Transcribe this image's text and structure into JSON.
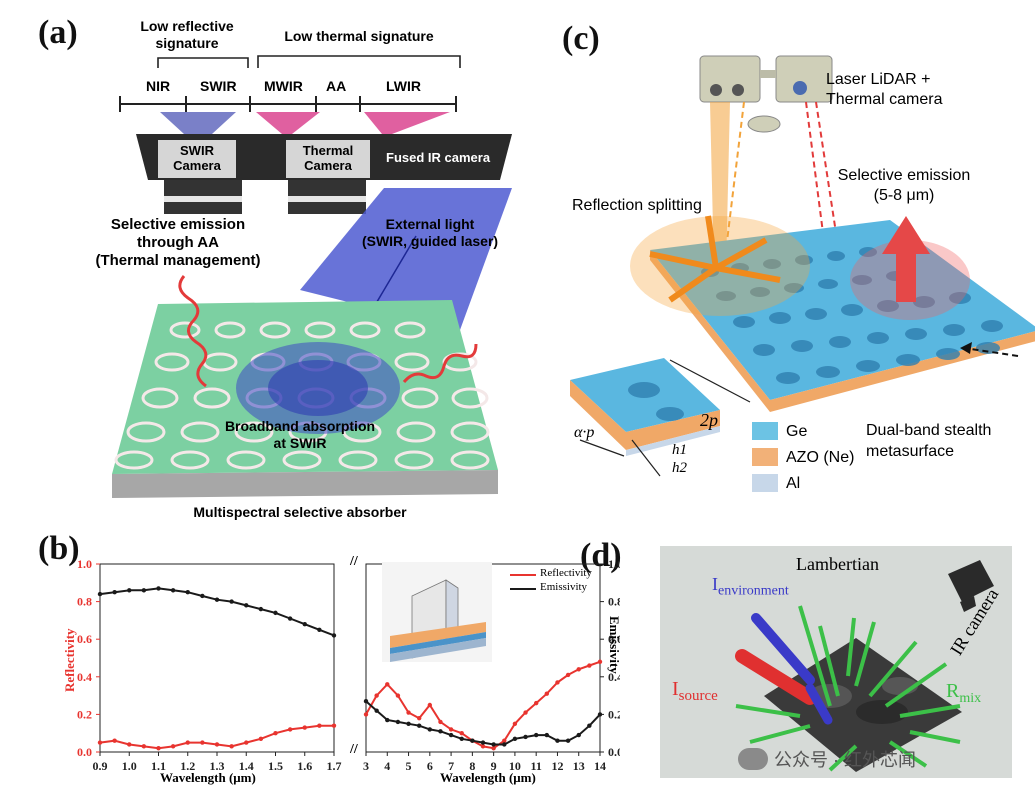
{
  "panel_a": {
    "label": "(a)",
    "bands": [
      "NIR",
      "SWIR",
      "MWIR",
      "AA",
      "LWIR"
    ],
    "low_reflective_signature": "Low reflective\nsignature",
    "low_thermal_signature": "Low thermal signature",
    "swir_camera": "SWIR\nCamera",
    "thermal_camera": "Thermal\nCamera",
    "fused_ir_camera": "Fused IR camera",
    "selective_emission": "Selective emission\nthrough AA\n(Thermal management)",
    "external_light": "External light\n(SWIR, guided laser)",
    "broadband_absorption": "Broadband absorption\nat SWIR",
    "absorber_caption": "Multispectral selective absorber"
  },
  "panel_b": {
    "label": "(b)",
    "break_mark": "//",
    "ylabel_left": "Reflectivity",
    "ylabel_right": "Emissivity",
    "xlabel": "Wavelength (μm)",
    "legend_reflectivity": "Reflectivity",
    "legend_emissivity": "Emissivity"
  },
  "panel_c": {
    "label": "(c)",
    "lidar": "Laser LiDAR +\nThermal camera",
    "reflection_splitting": "Reflection splitting",
    "selective_emission": "Selective emission\n(5-8 μm)",
    "dimension_2p": "2p",
    "dimension_alpha": "α·p",
    "h1": "h1",
    "h2": "h2",
    "legend": [
      {
        "label": "Ge",
        "color": "#6cc3e4"
      },
      {
        "label": "AZO (Ne)",
        "color": "#f2b178"
      },
      {
        "label": "Al",
        "color": "#c7d7e9"
      }
    ],
    "stealth": "Dual-band stealth\nmetasurface"
  },
  "panel_d": {
    "label": "(d)",
    "lambertian": "Lambertian",
    "i_environment": "I",
    "i_environment_sub": "environment",
    "i_source": "I",
    "i_source_sub": "source",
    "ir_camera": "IR camera",
    "r_mix": "R",
    "r_mix_sub": "mix"
  },
  "watermark": "公众号 · 红外芯闻",
  "chart_data": [
    {
      "type": "line",
      "x_range_left": [
        0.9,
        1.7
      ],
      "x_range_right": [
        3,
        14
      ],
      "x_ticks_left": [
        "0.9",
        "1.0",
        "1.1",
        "1.2",
        "1.3",
        "1.4",
        "1.5",
        "1.6",
        "1.7"
      ],
      "x_ticks_right": [
        "3",
        "4",
        "5",
        "6",
        "7",
        "8",
        "9",
        "10",
        "11",
        "12",
        "13",
        "14"
      ],
      "y_ticks": [
        "0.0",
        "0.2",
        "0.4",
        "0.6",
        "0.8",
        "1.0"
      ],
      "ylim": [
        0,
        1
      ],
      "xlabel": "Wavelength (μm)",
      "ylabel": "Reflectivity",
      "ylabel2": "Emissivity",
      "series": [
        {
          "name": "Reflectivity",
          "color": "#e8342f",
          "left": {
            "x": [
              0.9,
              0.95,
              1.0,
              1.05,
              1.1,
              1.15,
              1.2,
              1.25,
              1.3,
              1.35,
              1.4,
              1.45,
              1.5,
              1.55,
              1.6,
              1.65,
              1.7
            ],
            "y": [
              0.05,
              0.06,
              0.04,
              0.03,
              0.02,
              0.03,
              0.05,
              0.05,
              0.04,
              0.03,
              0.05,
              0.07,
              0.1,
              0.12,
              0.13,
              0.14,
              0.14
            ]
          },
          "right": {
            "x": [
              3,
              3.5,
              4,
              4.5,
              5,
              5.5,
              6,
              6.5,
              7,
              7.5,
              8,
              8.5,
              9,
              9.5,
              10,
              10.5,
              11,
              11.5,
              12,
              12.5,
              13,
              13.5,
              14
            ],
            "y": [
              0.2,
              0.3,
              0.36,
              0.3,
              0.21,
              0.18,
              0.25,
              0.16,
              0.12,
              0.1,
              0.06,
              0.03,
              0.02,
              0.06,
              0.15,
              0.21,
              0.26,
              0.31,
              0.37,
              0.41,
              0.44,
              0.46,
              0.48
            ]
          }
        },
        {
          "name": "Emissivity",
          "color": "#1a1a1a",
          "left": {
            "x": [
              0.9,
              0.95,
              1.0,
              1.05,
              1.1,
              1.15,
              1.2,
              1.25,
              1.3,
              1.35,
              1.4,
              1.45,
              1.5,
              1.55,
              1.6,
              1.65,
              1.7
            ],
            "y": [
              0.84,
              0.85,
              0.86,
              0.86,
              0.87,
              0.86,
              0.85,
              0.83,
              0.81,
              0.8,
              0.78,
              0.76,
              0.74,
              0.71,
              0.68,
              0.65,
              0.62
            ]
          },
          "right": {
            "x": [
              3,
              3.5,
              4,
              4.5,
              5,
              5.5,
              6,
              6.5,
              7,
              7.5,
              8,
              8.5,
              9,
              9.5,
              10,
              10.5,
              11,
              11.5,
              12,
              12.5,
              13,
              13.5,
              14
            ],
            "y": [
              0.27,
              0.22,
              0.17,
              0.16,
              0.15,
              0.14,
              0.12,
              0.11,
              0.09,
              0.07,
              0.06,
              0.05,
              0.04,
              0.04,
              0.07,
              0.08,
              0.09,
              0.09,
              0.06,
              0.06,
              0.09,
              0.14,
              0.2
            ]
          }
        }
      ]
    }
  ]
}
